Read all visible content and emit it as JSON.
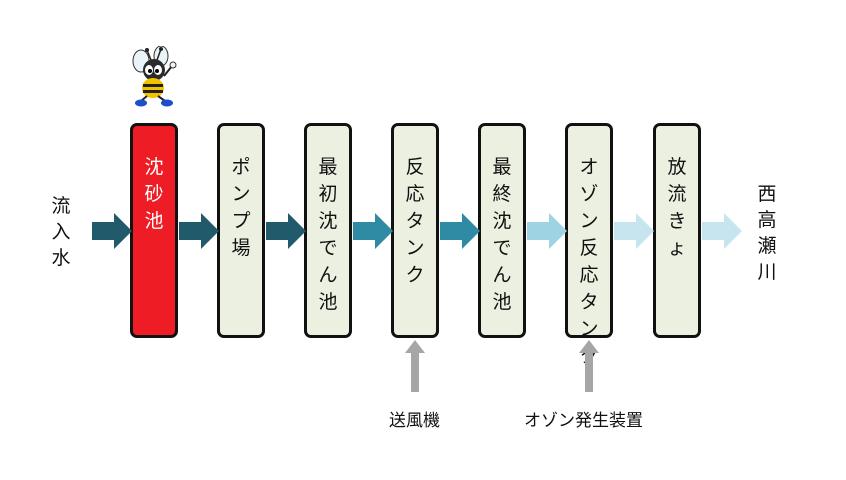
{
  "inflow_label": "流入水",
  "outflow_label": "西高瀬川",
  "stages": [
    {
      "id": "grit-chamber",
      "label": "沈砂池",
      "active": true
    },
    {
      "id": "pump-station",
      "label": "ポンプ場",
      "active": false
    },
    {
      "id": "primary-clarifier",
      "label": "最初沈でん池",
      "active": false
    },
    {
      "id": "reaction-tank",
      "label": "反応タンク",
      "active": false
    },
    {
      "id": "final-clarifier",
      "label": "最終沈でん池",
      "active": false
    },
    {
      "id": "ozone-reaction-tank",
      "label": "オゾン反応タンク",
      "active": false
    },
    {
      "id": "discharge-channel",
      "label": "放流きょ",
      "active": false
    }
  ],
  "inputs": [
    {
      "label": "送風機",
      "target_stage": 3
    },
    {
      "label": "オゾン発生装置",
      "target_stage": 5
    }
  ],
  "colors": {
    "active_stage": "#ee1c25",
    "stage_fill": "#ecf0e1",
    "arrow_dark": "#215a6b",
    "arrow_mid": "#2f8aa3",
    "arrow_light": "#9ed3e4",
    "arrow_pale": "#c7e5ee",
    "input_arrow": "#a6a6a6"
  },
  "mascot_icon": "bee-mascot-icon"
}
